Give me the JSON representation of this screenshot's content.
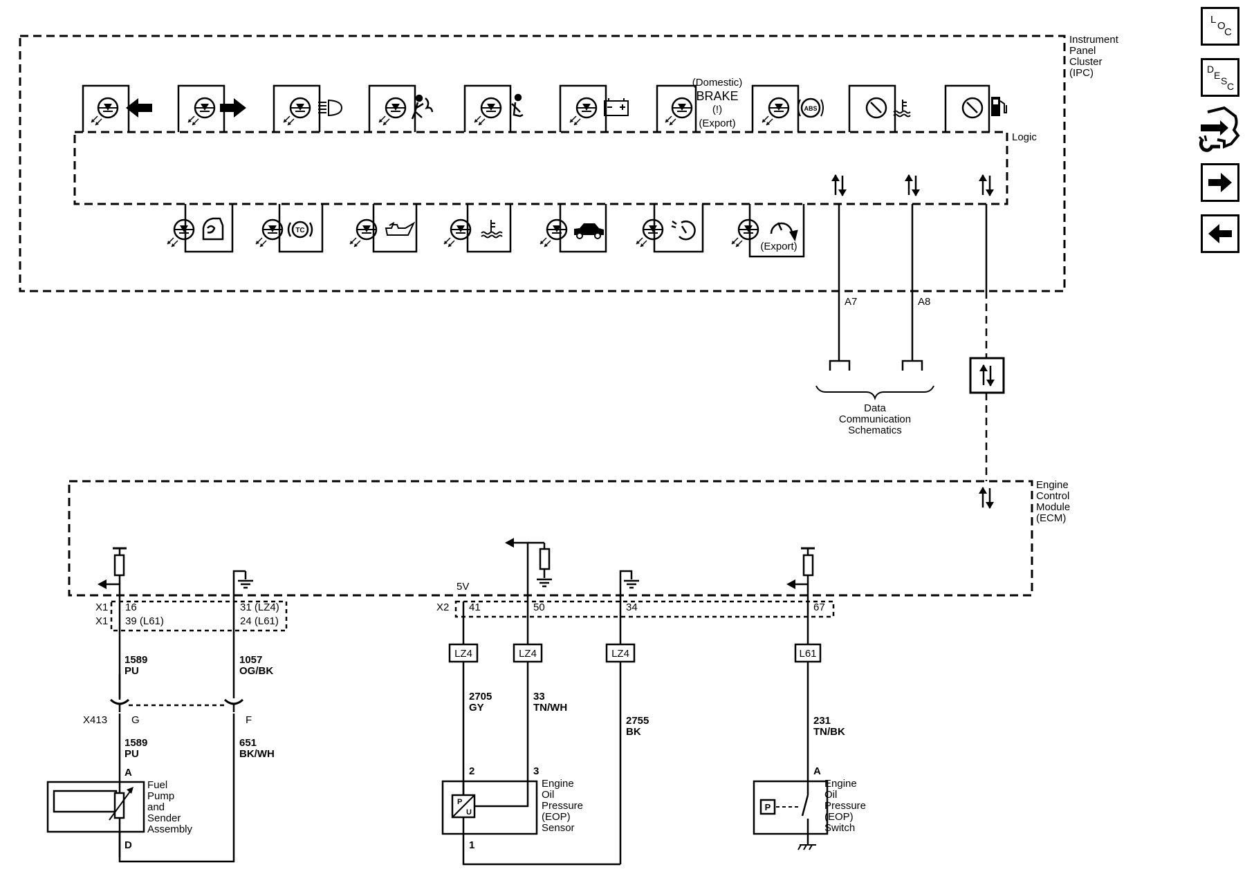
{
  "modules": {
    "ipc_label": [
      "Instrument",
      "Panel",
      "Cluster",
      "(IPC)"
    ],
    "logic_label": "Logic",
    "ecm_label": [
      "Engine",
      "Control",
      "Module",
      "(ECM)"
    ]
  },
  "indicators": {
    "brake_top": "(Domestic)",
    "brake_main": "BRAKE",
    "brake_symbol": "(!)",
    "brake_bottom": "(Export)",
    "abs": "ABS",
    "tc": "TC",
    "export_bottom": "(Export)"
  },
  "data_link": {
    "a7": "A7",
    "a8": "A8",
    "caption": [
      "Data",
      "Communication",
      "Schematics"
    ]
  },
  "ecm_pins": {
    "x1_a": "X1",
    "x1_b": "X1",
    "x2": "X2",
    "p16": "16",
    "p39": "39 (L61)",
    "p31": "31 (LZ4)",
    "p24": "24 (L61)",
    "v5": "5V",
    "p41": "41",
    "p50": "50",
    "p34": "34",
    "p67": "67"
  },
  "wires": {
    "w1589_a": [
      "1589",
      "PU"
    ],
    "w1057": [
      "1057",
      "OG/BK"
    ],
    "w1589_b": [
      "1589",
      "PU"
    ],
    "w651": [
      "651",
      "BK/WH"
    ],
    "w2705": [
      "2705",
      "GY"
    ],
    "w33": [
      "33",
      "TN/WH"
    ],
    "w2755": [
      "2755",
      "BK"
    ],
    "w231": [
      "231",
      "TN/BK"
    ]
  },
  "options": {
    "lz4_a": "LZ4",
    "lz4_b": "LZ4",
    "lz4_c": "LZ4",
    "l61": "L61"
  },
  "connectors": {
    "x413": "X413",
    "g": "G",
    "f": "F"
  },
  "components": {
    "fuel_pump": [
      "Fuel",
      "Pump",
      "and",
      "Sender",
      "Assembly"
    ],
    "fuel_pin_a": "A",
    "fuel_pin_d": "D",
    "eop_sensor": [
      "Engine",
      "Oil",
      "Pressure",
      "(EOP)",
      "Sensor"
    ],
    "eop_pin_2": "2",
    "eop_pin_3": "3",
    "eop_pin_1": "1",
    "eop_sensor_p": "P",
    "eop_sensor_u": "U",
    "eop_switch": [
      "Engine",
      "Oil",
      "Pressure",
      "(EOP)",
      "Switch"
    ],
    "eop_switch_pin_a": "A",
    "eop_switch_p": "P"
  },
  "nav": {
    "loc": {
      "l": "L",
      "o": "O",
      "c": "C"
    },
    "desc": {
      "d": "D",
      "e": "E",
      "s": "S",
      "c": "C"
    }
  }
}
